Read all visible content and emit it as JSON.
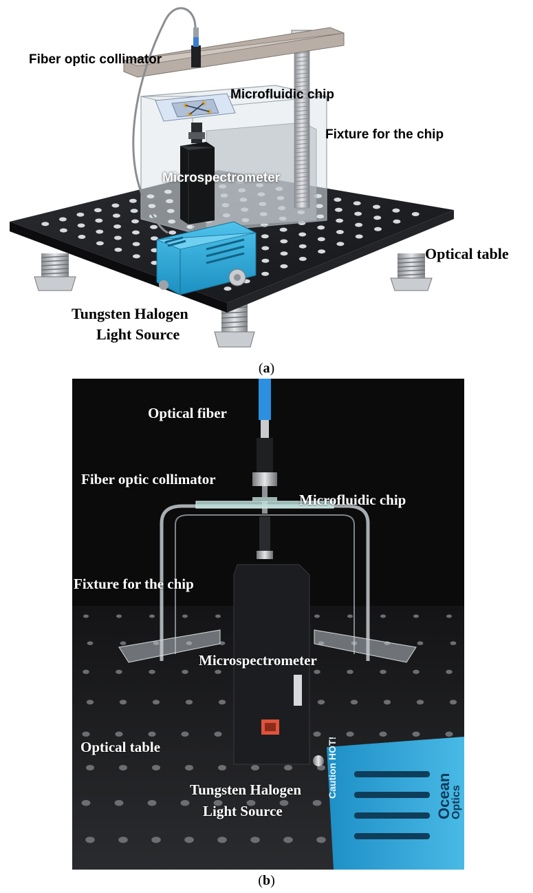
{
  "panel_a": {
    "labels": {
      "fiber_collimator": "Fiber optic collimator",
      "microfluidic_chip": "Microfluidic chip",
      "fixture": "Fixture for the chip",
      "microspectrometer": "Microspectrometer",
      "optical_table": "Optical table",
      "light_source_line1": "Tungsten Halogen",
      "light_source_line2": "Light Source"
    },
    "caption_open": "(",
    "caption_letter": "a",
    "caption_close": ")"
  },
  "panel_b": {
    "labels": {
      "optical_fiber": "Optical fiber",
      "fiber_collimator": "Fiber optic collimator",
      "microfluidic_chip": "Microfluidic chip",
      "fixture": "Fixture for the chip",
      "microspectrometer": "Microspectrometer",
      "optical_table": "Optical table",
      "light_source_line1": "Tungsten Halogen",
      "light_source_line2": "Light Source"
    },
    "device_text": {
      "caution": "Caution HOT!",
      "brand_line1": "Ocean",
      "brand_line2": "Optics"
    },
    "caption_open": "(",
    "caption_letter": "b",
    "caption_close": ")"
  },
  "colors": {
    "table_dark": "#1e1f22",
    "light_source_blue": "#2aa8d8",
    "photo_bg": "#0b0b0b",
    "acrylic": "#cfd6dc"
  }
}
